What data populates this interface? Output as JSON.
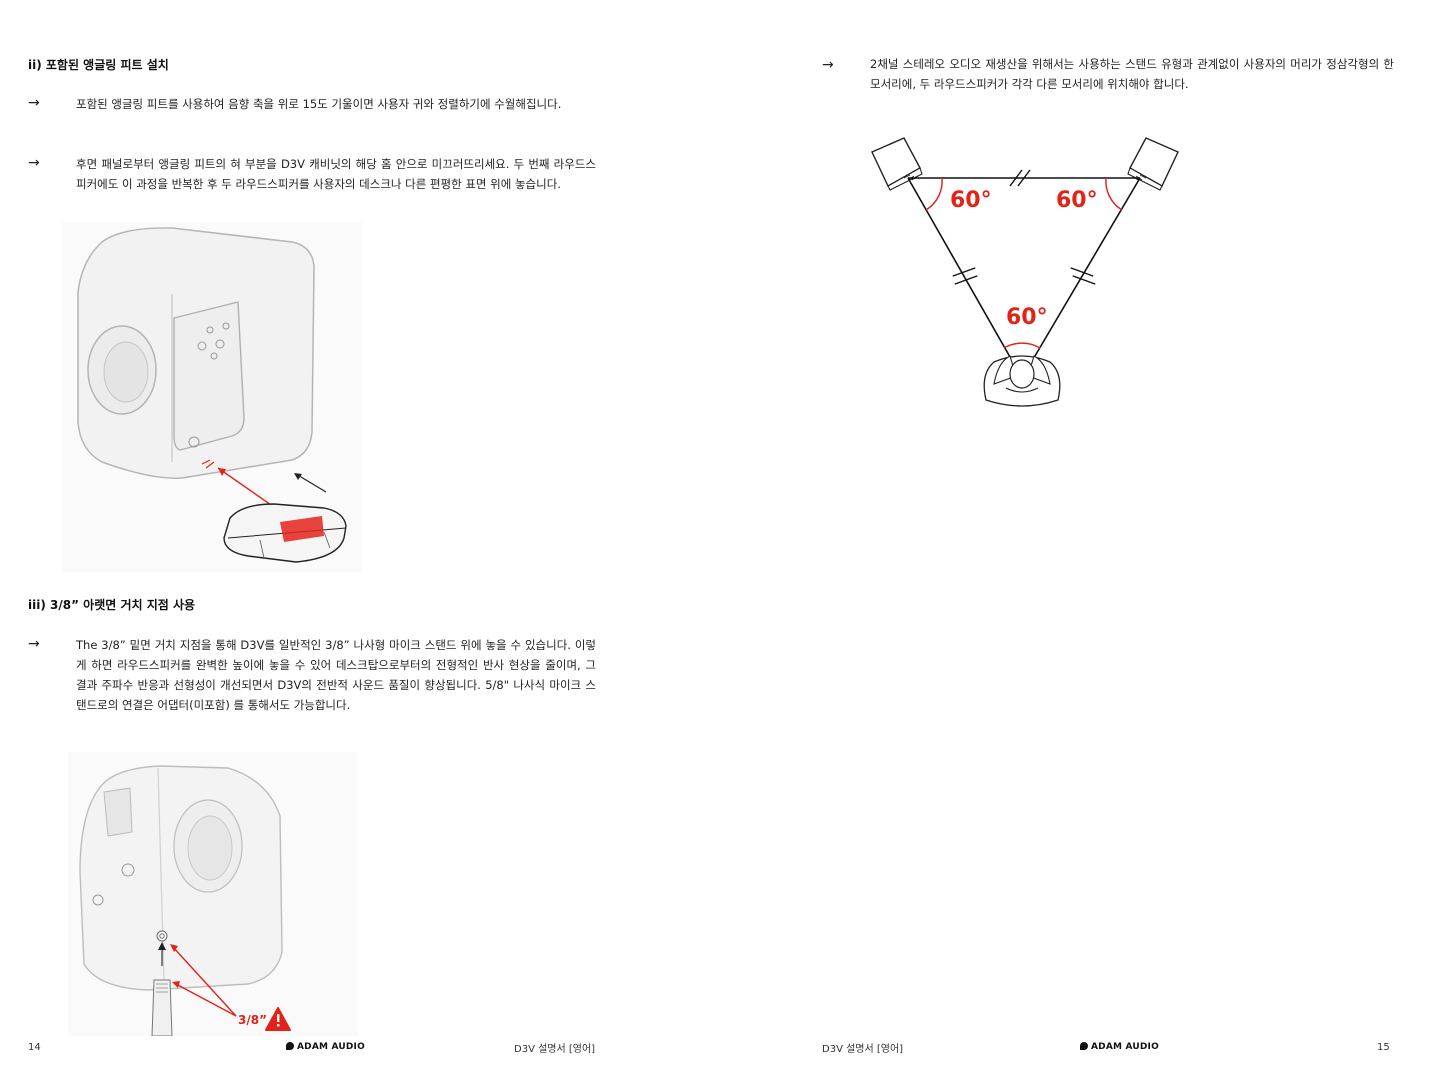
{
  "left_page": {
    "section2": {
      "heading": "ii) 포함된 앵글링 피트 설치",
      "items": [
        {
          "arrow": "→",
          "text": "포함된 앵글링 피트를 사용하여 음향 축을 위로 15도 기울이면 사용자 귀와 정렬하기에 수월해집니다."
        },
        {
          "arrow": "→",
          "text": "후면 패널로부터 앵글링 피트의 혀 부분을 D3V 캐비닛의 해당 홈 안으로 미끄러뜨리세요. 두 번째 라우드스피커에도 이 과정을 반복한 후 두 라우드스피커를 사용자의 데스크나 다른 편평한 표면 위에 놓습니다."
        }
      ]
    },
    "section3": {
      "heading": "iii) 3/8” 아랫면 거치 지점 사용",
      "items": [
        {
          "arrow": "→",
          "text": "The 3/8” 밑면 거치 지점을 통해 D3V를 일반적인 3/8” 나사형 마이크 스탠드 위에 놓을 수 있습니다. 이렇게 하면 라우드스피커를 완벽한 높이에 놓을 수 있어 데스크탑으로부터의 전형적인 반사 현상을 줄이며, 그 결과 주파수 반응과 선형성이 개선되면서 D3V의 전반적 사운드 품질이 향상됩니다. 5/8\" 나사식 마이크 스탠드로의 연결은 어댑터(미포함) 를 통해서도 가능합니다."
        }
      ]
    },
    "thread_label": "3/8”",
    "footer": {
      "page_number": "14",
      "logo": "ADAM AUDIO",
      "doc_title": "D3V 설명서 [영어]"
    }
  },
  "right_page": {
    "items": [
      {
        "arrow": "→",
        "text": "2채널 스테레오 오디오 재생산을 위해서는 사용하는 스탠드 유형과 관계없이 사용자의 머리가 정삼각형의 한 모서리에, 두 라우드스피커가 각각 다른 모서리에 위치해야 합니다."
      }
    ],
    "diagram": {
      "angle_left": "60°",
      "angle_right": "60°",
      "angle_bottom": "60°"
    },
    "footer": {
      "doc_title": "D3V 설명서 [영어]",
      "logo": "ADAM AUDIO",
      "page_number": "15"
    }
  },
  "colors": {
    "accent_red": "#e2231a",
    "text": "#222222"
  }
}
